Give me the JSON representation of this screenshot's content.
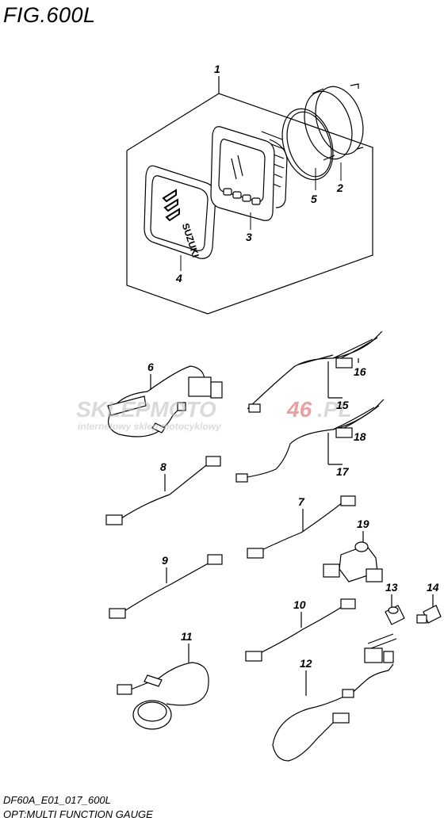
{
  "figure": {
    "title": "FIG.600L",
    "code": "DF60A_E01_017_600L",
    "caption": "OPT:MULTI FUNCTION GAUGE"
  },
  "watermark": {
    "brand_part1": "SKLEPMOTO",
    "brand_part2": "46",
    "brand_part3": ".PL",
    "tagline": "internetowy sklep motocyklowy"
  },
  "gauge": {
    "logo_text": "SUZUKI"
  },
  "callouts": [
    "1",
    "2",
    "3",
    "4",
    "5",
    "6",
    "7",
    "8",
    "9",
    "10",
    "11",
    "12",
    "13",
    "14",
    "15",
    "16",
    "17",
    "18",
    "19"
  ],
  "colors": {
    "line": "#000000",
    "watermark_red": "#d9534f",
    "watermark_grey": "#c0c0c0"
  }
}
